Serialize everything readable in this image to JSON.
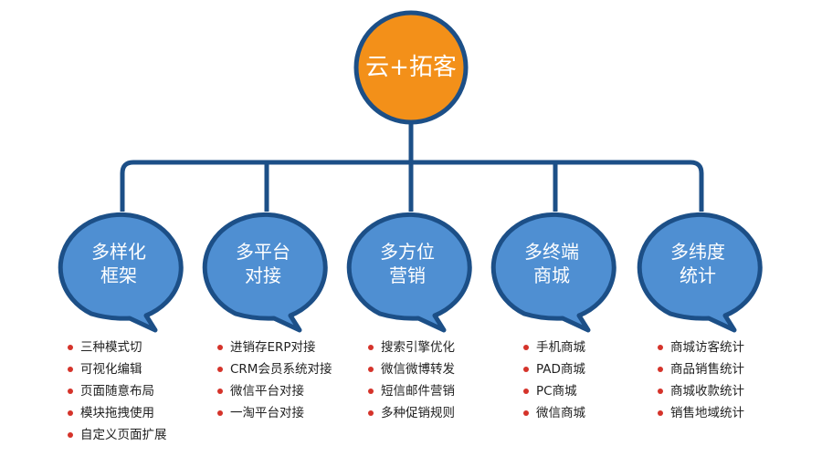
{
  "colors": {
    "root_fill": "#f39019",
    "outline": "#1c4f87",
    "bubble_fill": "#4f8fd2",
    "bullet": "#d5332a"
  },
  "root": {
    "label": "云+拓客"
  },
  "nodes": [
    {
      "title_line1": "多样化",
      "title_line2": "框架",
      "items": [
        "三种模式切",
        "可视化编辑",
        "页面随意布局",
        "模块拖拽使用",
        "自定义页面扩展"
      ]
    },
    {
      "title_line1": "多平台",
      "title_line2": "对接",
      "items": [
        "进销存ERP对接",
        "CRM会员系统对接",
        "微信平台对接",
        "一淘平台对接"
      ]
    },
    {
      "title_line1": "多方位",
      "title_line2": "营销",
      "items": [
        "搜索引擎优化",
        "微信微博转发",
        "短信邮件营销",
        "多种促销规则"
      ]
    },
    {
      "title_line1": "多终端",
      "title_line2": "商城",
      "items": [
        "手机商城",
        "PAD商城",
        "PC商城",
        "微信商城"
      ]
    },
    {
      "title_line1": "多纬度",
      "title_line2": "统计",
      "items": [
        "商城访客统计",
        "商品销售统计",
        "商城收款统计",
        "销售地域统计"
      ]
    }
  ]
}
